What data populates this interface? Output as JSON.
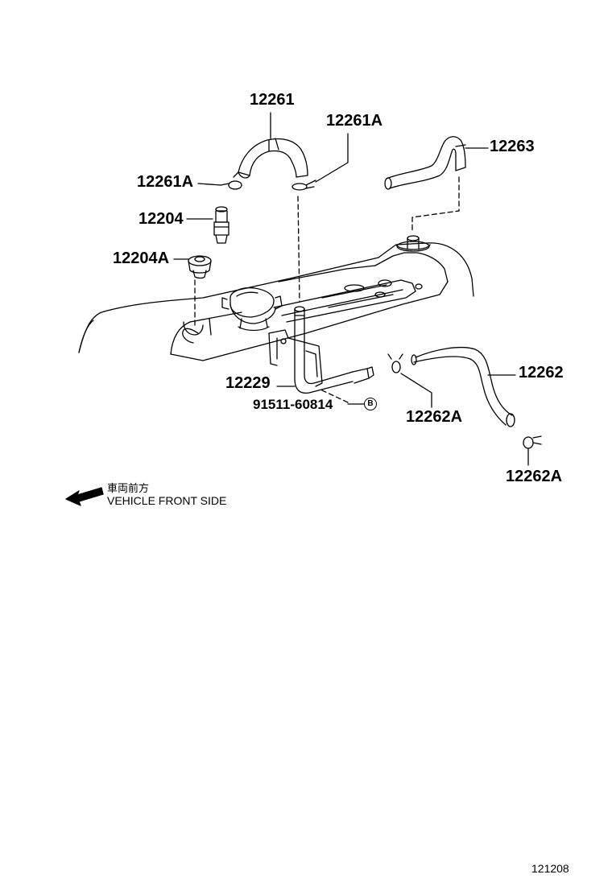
{
  "labels": {
    "p12261": "12261",
    "p12261A_top": "12261A",
    "p12261A_left": "12261A",
    "p12263": "12263",
    "p12204": "12204",
    "p12204A": "12204A",
    "p12229": "12229",
    "p91511": "91511-60814",
    "b_mark": "B",
    "p12262": "12262",
    "p12262A_mid": "12262A",
    "p12262A_bottom": "12262A"
  },
  "direction": {
    "japanese": "車両前方",
    "english": "VEHICLE FRONT SIDE"
  },
  "figure_number": "121208"
}
